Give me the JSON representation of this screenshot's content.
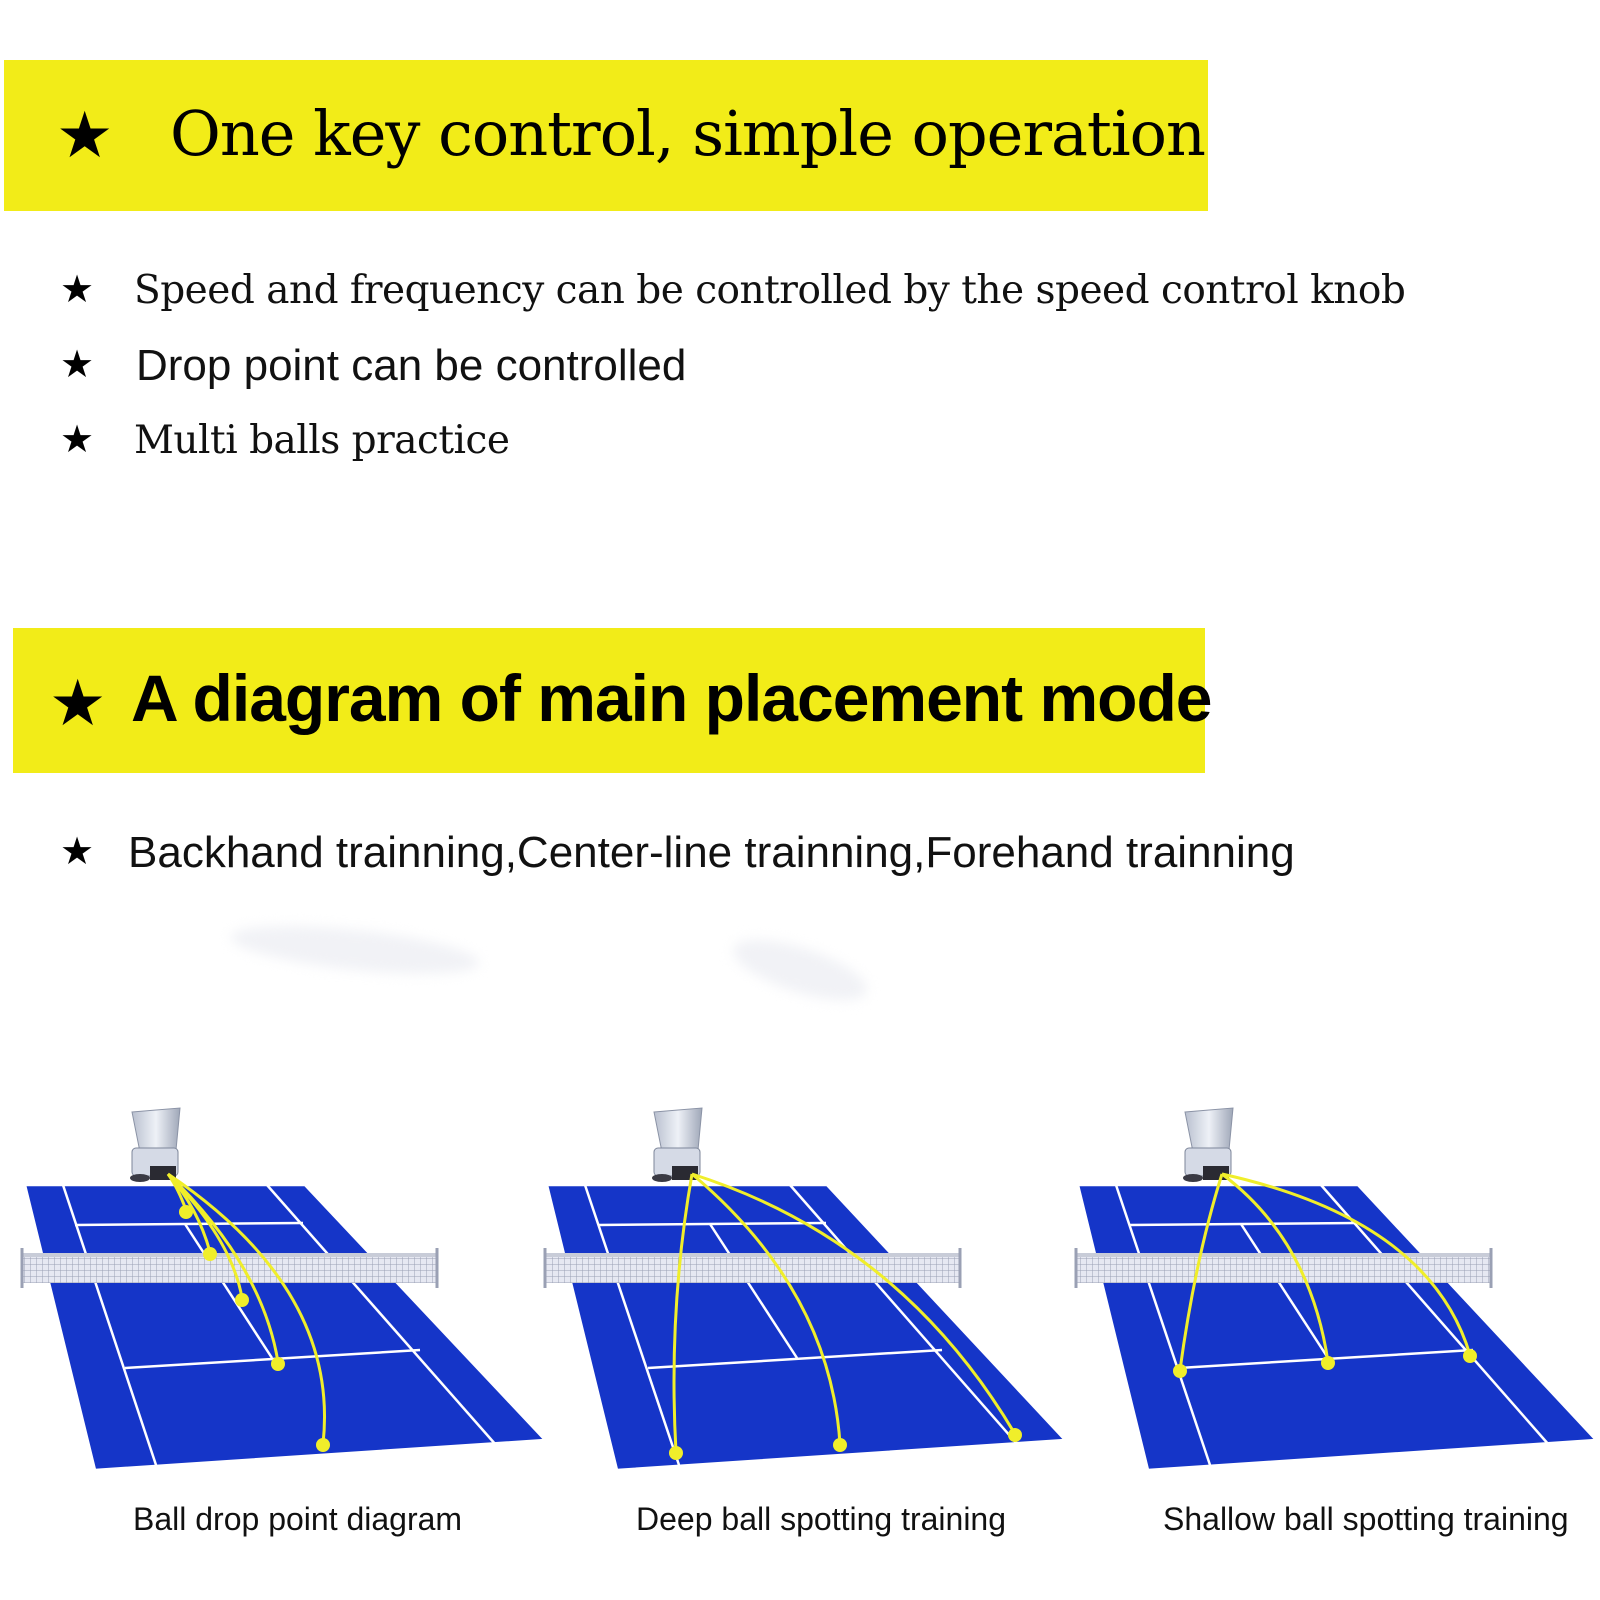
{
  "banners": [
    {
      "star": "★",
      "title": "One key control, simple operation"
    },
    {
      "star": "★",
      "title": "A diagram of main placement mode"
    }
  ],
  "bullets": [
    {
      "star": "★",
      "text": "Speed and frequency can be controlled by the speed control knob"
    },
    {
      "star": "★",
      "text": "Drop point can be controlled"
    },
    {
      "star": "★",
      "text": "Multi balls practice"
    },
    {
      "star": "★",
      "text": "Backhand trainning,Center-line trainning,Forehand trainning"
    }
  ],
  "diagram": {
    "captions": [
      "Ball drop point diagram",
      "Deep ball spotting training",
      "Shallow ball spotting training"
    ]
  },
  "colors": {
    "banner": "#f2ec18",
    "court": "#1535c8",
    "ball": "#f0ee2a",
    "court_lines": "#ffffff"
  }
}
